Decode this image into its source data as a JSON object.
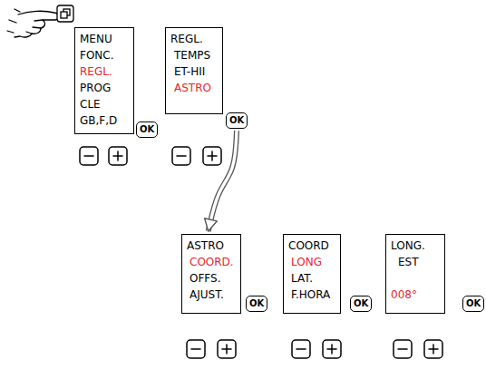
{
  "diagram": {
    "nodes": [
      {
        "text": [
          "MENU",
          "FONC.",
          "REGL.",
          "PROG",
          "CLE",
          "GB,F,D"
        ]
      },
      {
        "text": [
          "OK"
        ]
      },
      {
        "text": [
          "REGL.",
          "TEMPS",
          "ET-HII",
          "ASTRO"
        ]
      },
      {
        "text": [
          "OK"
        ]
      },
      {
        "text": [
          "ASTRO",
          "COORD.",
          "OFFS.",
          "AJUST."
        ]
      },
      {
        "text": [
          "OK"
        ]
      },
      {
        "text": [
          "COORD",
          "LONG",
          "LAT.",
          "F.HORA"
        ]
      },
      {
        "text": [
          "OK"
        ]
      },
      {
        "text": [
          "LONG.",
          "EST",
          "008°"
        ]
      },
      {
        "text": [
          "OK"
        ]
      }
    ],
    "edges": [
      {
        "from": 3,
        "to": 4,
        "arrow": "to"
      }
    ]
  }
}
